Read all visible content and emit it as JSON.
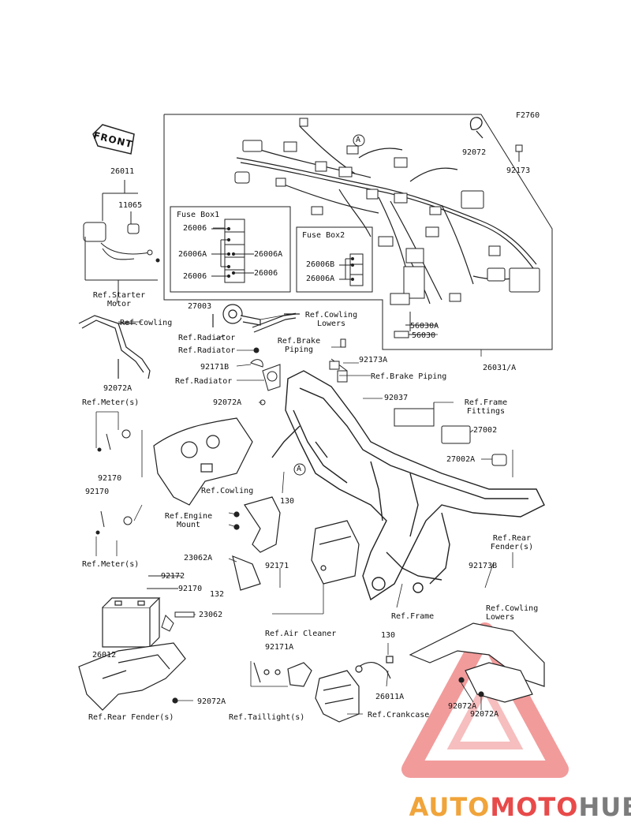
{
  "diagram_code": "F2760",
  "front_arrow_label": "FRONT",
  "circle_marker": "A",
  "fuse_box1": {
    "title": "Fuse Box1",
    "labels": [
      "26006",
      "26006A",
      "26006A",
      "26006",
      "26006"
    ]
  },
  "fuse_box2": {
    "title": "Fuse Box2",
    "labels": [
      "26006B",
      "26006A"
    ]
  },
  "parts": {
    "p92072": "92072",
    "p92173": "92173",
    "p26011": "26011",
    "p11065": "11065",
    "ref_starter_motor": "Ref.Starter\nMotor",
    "p27003": "27003",
    "ref_cowling_lowers_top": "Ref.Cowling\nLowers",
    "ref_radiator1": "Ref.Radiator",
    "ref_radiator2": "Ref.Radiator",
    "ref_radiator3": "Ref.Radiator",
    "p92171B": "92171B",
    "ref_brake_piping1": "Ref.Brake\nPiping",
    "ref_brake_piping2": "Ref.Brake Piping",
    "p92173A": "92173A",
    "p56030A": "56030A",
    "p56030": "56030",
    "p26031A": "26031/A",
    "ref_cowling_left": "Ref.Cowling",
    "p92072A_1": "92072A",
    "ref_meter1": "Ref.Meter(s)",
    "p92072A_2": "92072A",
    "p92037": "92037",
    "ref_frame_fittings": "Ref.Frame\nFittings",
    "p27002": "27002",
    "p27002A": "27002A",
    "p92170_1": "92170",
    "p92170_2": "92170",
    "ref_cowling_mid": "Ref.Cowling",
    "p130_1": "130",
    "ref_engine_mount": "Ref.Engine\nMount",
    "ref_meter2": "Ref.Meter(s)",
    "ref_rear_fender_right": "Ref.Rear\nFender(s)",
    "p23062A": "23062A",
    "p92171": "92171",
    "p92173B": "92173B",
    "p92172": "92172",
    "p92170_3": "92170",
    "p132": "132",
    "ref_frame": "Ref.Frame",
    "p23062": "23062",
    "ref_cowling_lowers_bottom": "Ref.Cowling\nLowers",
    "ref_air_cleaner": "Ref.Air Cleaner",
    "p26012": "26012",
    "p130_2": "130",
    "p92171A": "92171A",
    "p92072A_3": "92072A",
    "p26011A": "26011A",
    "p92072A_4": "92072A",
    "ref_rear_fender_bottom": "Ref.Rear Fender(s)",
    "ref_taillight": "Ref.Taillight(s)",
    "ref_crankcase": "Ref.Crankcase",
    "p92072A_5": "92072A"
  },
  "watermark": {
    "part1": "AUTO",
    "part2": "MOTO",
    "part3": "HUB",
    "color1": "#f0a43a",
    "color2": "#e84a4a",
    "color3": "#7c7c7c"
  }
}
